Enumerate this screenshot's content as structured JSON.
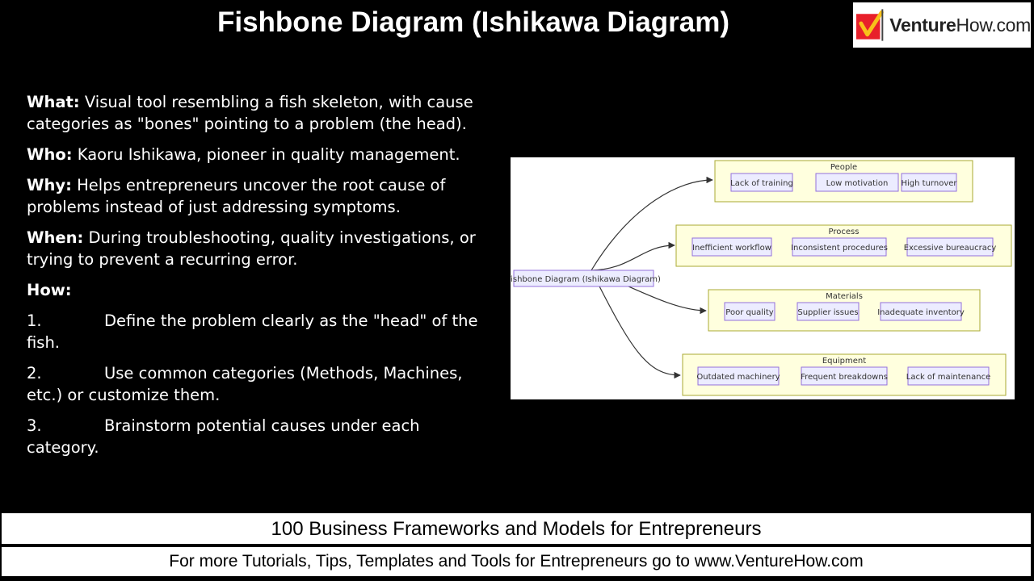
{
  "header": {
    "title": "Fishbone Diagram (Ishikawa Diagram)",
    "logo_brand": "Venture",
    "logo_rest": "How.com"
  },
  "content": {
    "what_label": "What:",
    "what_text": " Visual tool resembling a fish skeleton, with cause categories as \"bones\" pointing to a problem (the head).",
    "who_label": "Who:",
    "who_text": " Kaoru Ishikawa, pioneer in quality management.",
    "why_label": "Why:",
    "why_text": " Helps entrepreneurs uncover the root cause of problems instead of just addressing symptoms.",
    "when_label": "When:",
    "when_text": " During troubleshooting, quality investigations, or trying to prevent a recurring error.",
    "how_label": "How:",
    "steps": [
      {
        "num": "1.",
        "text": "Define the problem clearly as the \"head\" of the fish."
      },
      {
        "num": "2.",
        "text": "Use common categories (Methods, Machines, etc.) or customize them."
      },
      {
        "num": "3.",
        "text": "Brainstorm potential causes under each category."
      }
    ]
  },
  "diagram": {
    "root": "Fishbone Diagram (Ishikawa Diagram)",
    "categories": [
      {
        "name": "People",
        "items": [
          "Lack of training",
          "Low motivation",
          "High turnover"
        ]
      },
      {
        "name": "Process",
        "items": [
          "Inefficient workflow",
          "Inconsistent procedures",
          "Excessive bureaucracy"
        ]
      },
      {
        "name": "Materials",
        "items": [
          "Poor quality",
          "Supplier issues",
          "Inadequate inventory"
        ]
      },
      {
        "name": "Equipment",
        "items": [
          "Outdated machinery",
          "Frequent breakdowns",
          "Lack of maintenance"
        ]
      }
    ],
    "colors": {
      "cluster_fill": "#ffffde",
      "cluster_stroke": "#aaaa33",
      "node_fill": "#ececff",
      "node_stroke": "#9370db",
      "text": "#333333",
      "edge": "#333333"
    }
  },
  "footer": {
    "line1": "100 Business Frameworks and Models for Entrepreneurs",
    "line2": "For more Tutorials, Tips, Templates and Tools for Entrepreneurs go to www.VentureHow.com"
  }
}
